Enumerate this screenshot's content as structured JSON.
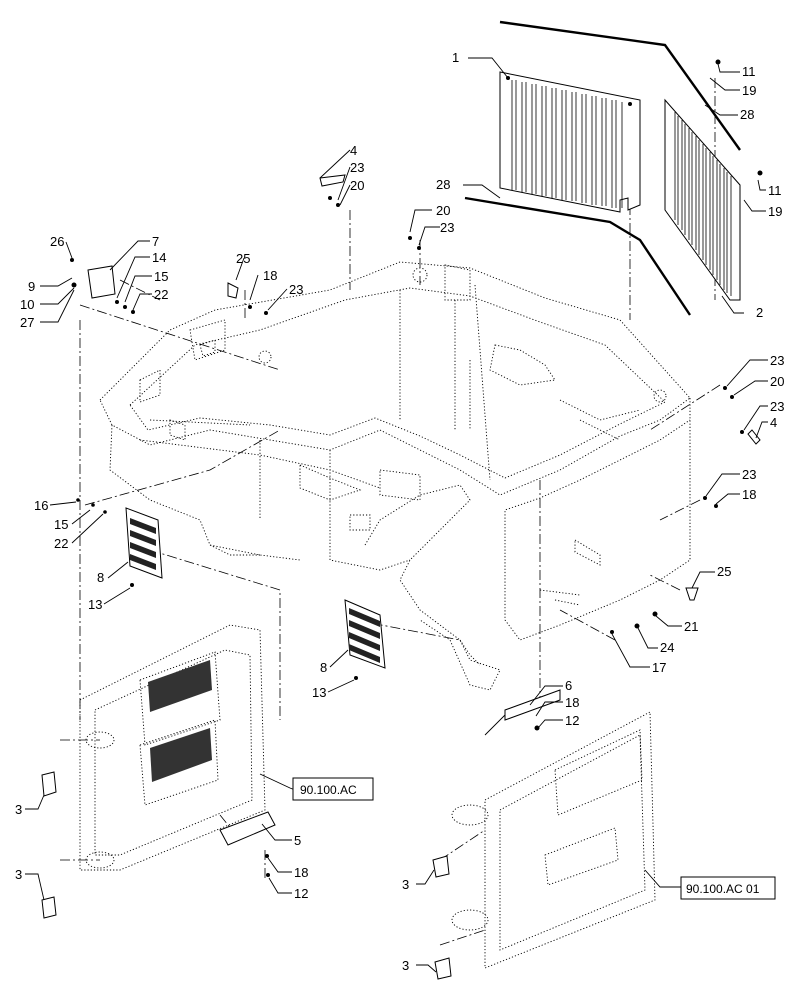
{
  "diagram": {
    "part_callouts": [
      {
        "number": "1"
      },
      {
        "number": "11"
      },
      {
        "number": "19"
      },
      {
        "number": "28"
      },
      {
        "number": "11"
      },
      {
        "number": "19"
      },
      {
        "number": "2"
      },
      {
        "number": "28"
      },
      {
        "number": "4"
      },
      {
        "number": "23"
      },
      {
        "number": "20"
      },
      {
        "number": "20"
      },
      {
        "number": "23"
      },
      {
        "number": "26"
      },
      {
        "number": "7"
      },
      {
        "number": "14"
      },
      {
        "number": "15"
      },
      {
        "number": "22"
      },
      {
        "number": "9"
      },
      {
        "number": "10"
      },
      {
        "number": "27"
      },
      {
        "number": "25"
      },
      {
        "number": "18"
      },
      {
        "number": "23"
      },
      {
        "number": "23"
      },
      {
        "number": "20"
      },
      {
        "number": "23"
      },
      {
        "number": "4"
      },
      {
        "number": "23"
      },
      {
        "number": "18"
      },
      {
        "number": "16"
      },
      {
        "number": "15"
      },
      {
        "number": "22"
      },
      {
        "number": "8"
      },
      {
        "number": "13"
      },
      {
        "number": "25"
      },
      {
        "number": "21"
      },
      {
        "number": "24"
      },
      {
        "number": "17"
      },
      {
        "number": "8"
      },
      {
        "number": "13"
      },
      {
        "number": "6"
      },
      {
        "number": "18"
      },
      {
        "number": "12"
      },
      {
        "number": "3"
      },
      {
        "number": "5"
      },
      {
        "number": "18"
      },
      {
        "number": "12"
      },
      {
        "number": "3"
      },
      {
        "number": "3"
      },
      {
        "number": "3"
      }
    ],
    "section_refs": [
      {
        "label": "90.100.AC"
      },
      {
        "label": "90.100.AC 01"
      }
    ]
  }
}
